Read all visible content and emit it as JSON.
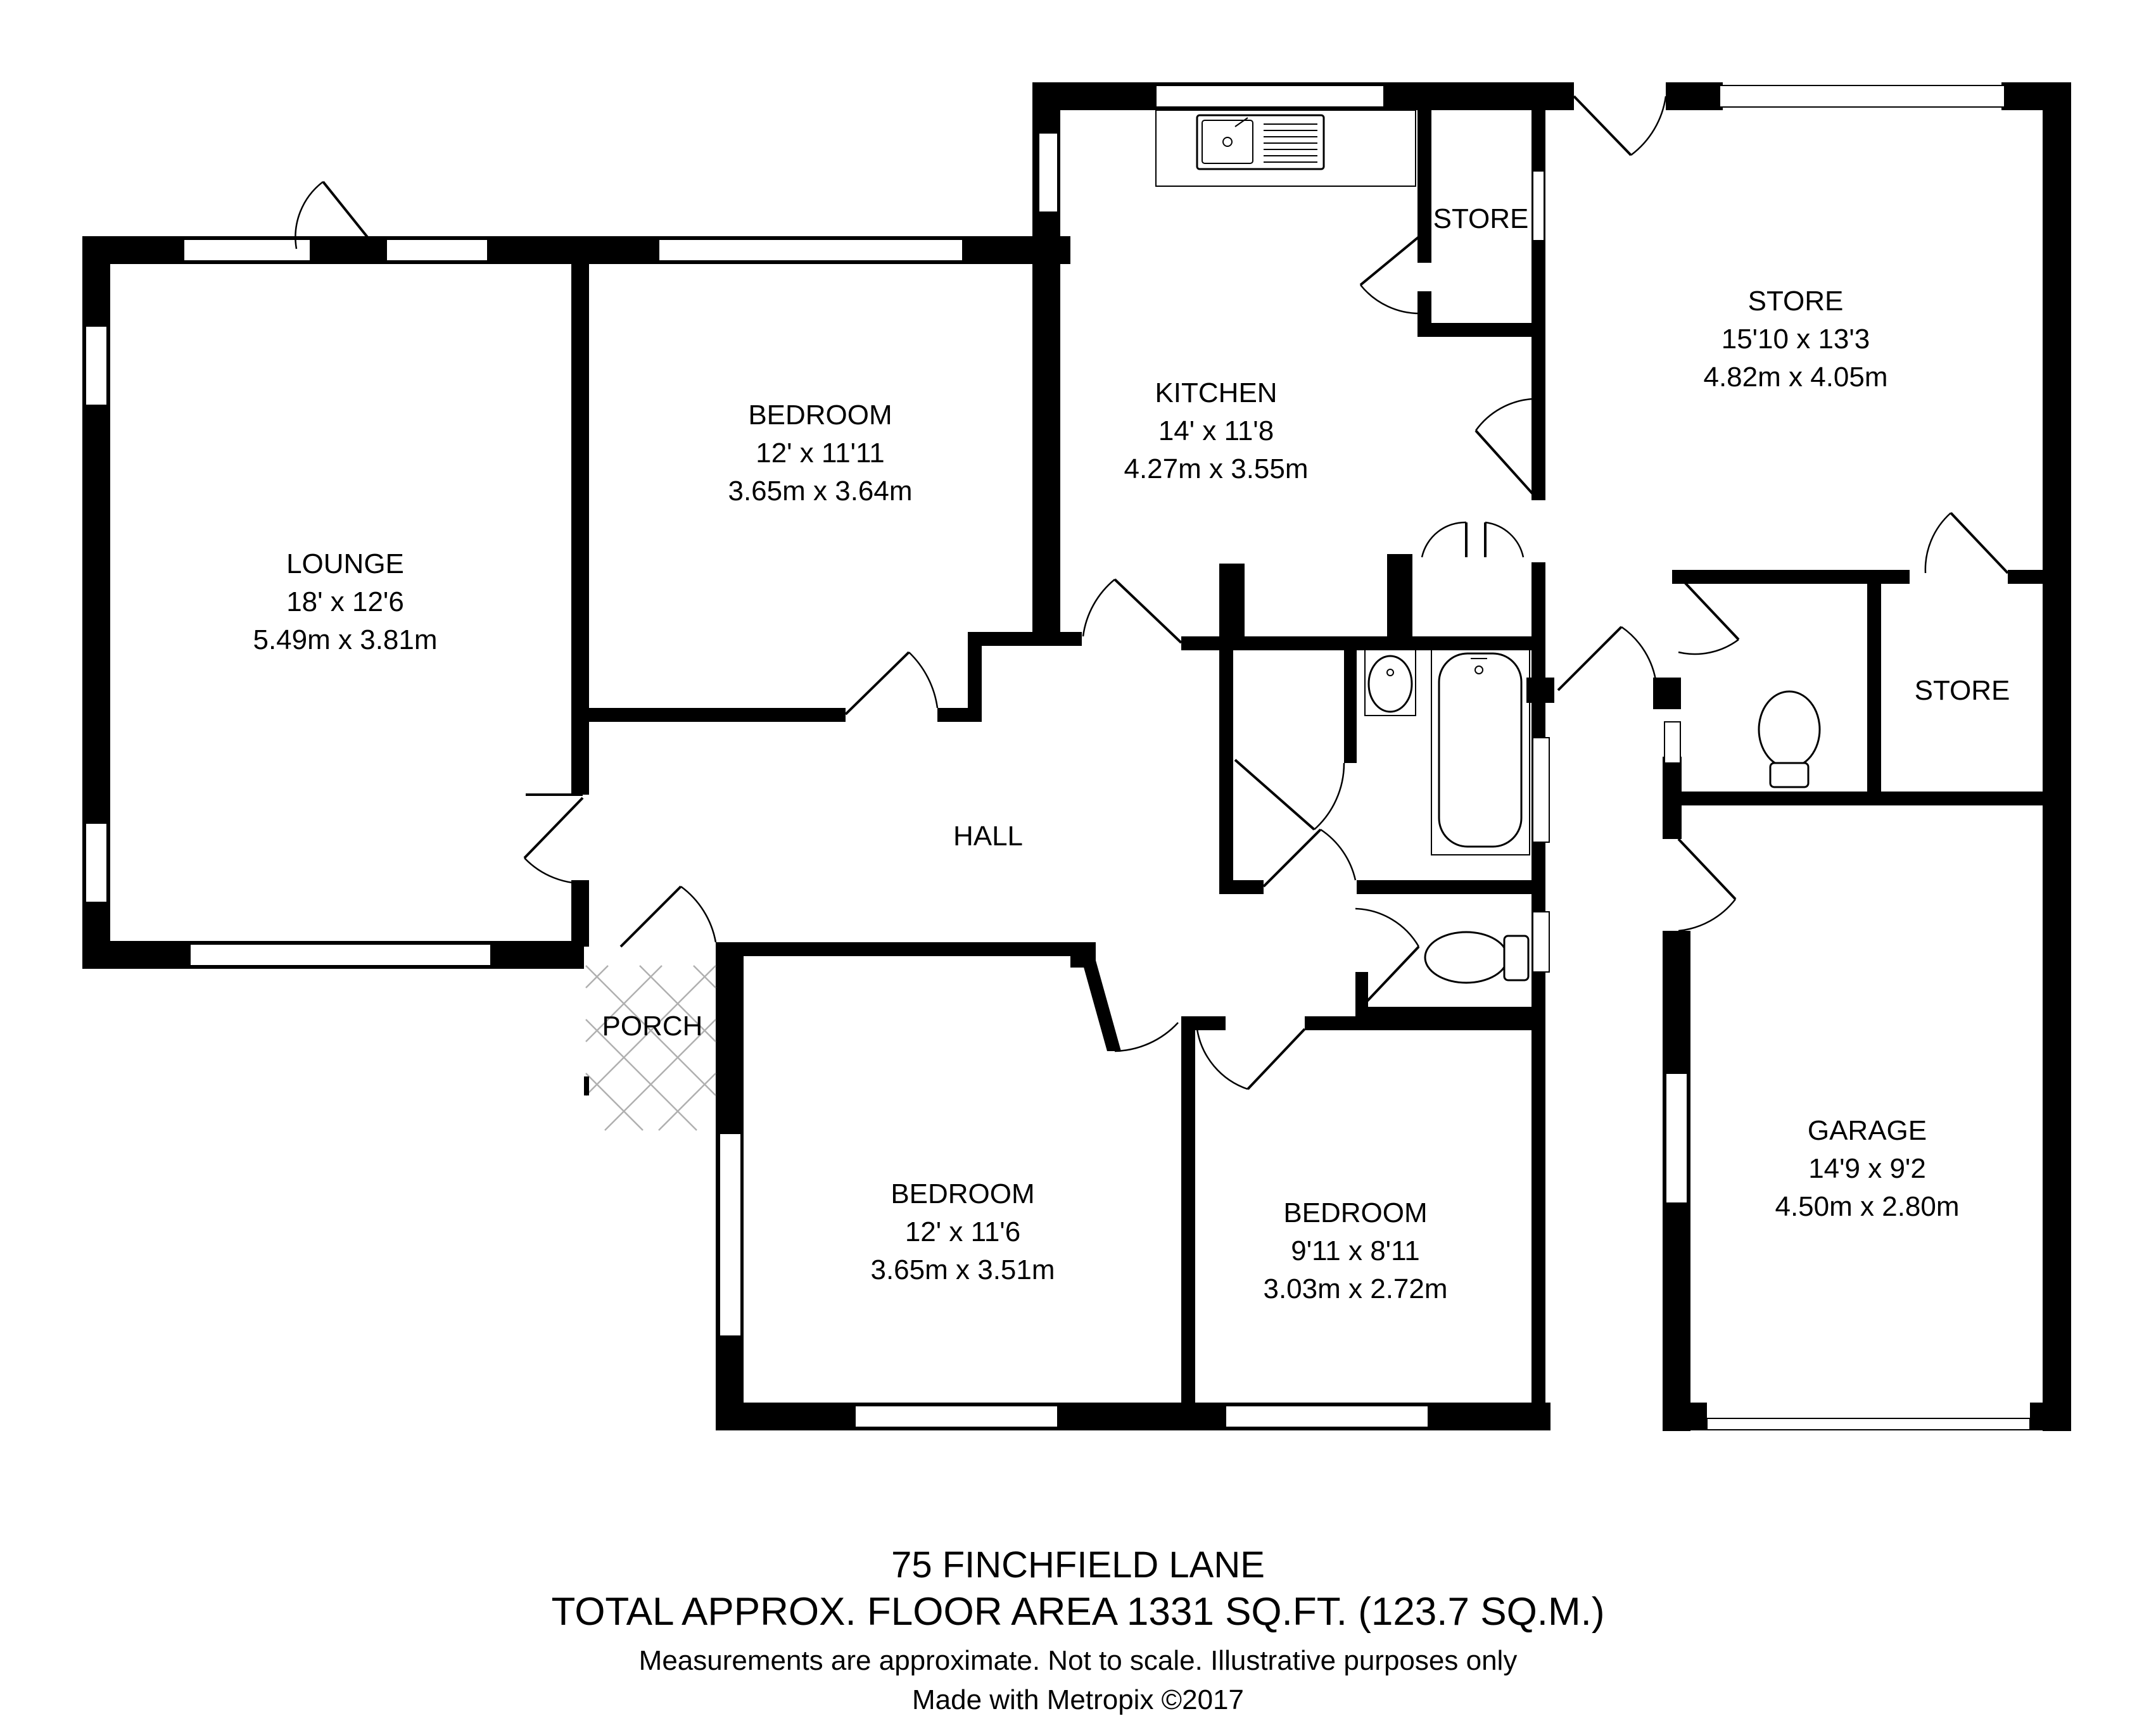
{
  "rooms": {
    "lounge": {
      "name": "LOUNGE",
      "imperial": "18' x 12'6",
      "metric": "5.49m x 3.81m"
    },
    "bedroom_1": {
      "name": "BEDROOM",
      "imperial": "12' x 11'11",
      "metric": "3.65m x 3.64m"
    },
    "kitchen": {
      "name": "KITCHEN",
      "imperial": "14' x 11'8",
      "metric": "4.27m x 3.55m"
    },
    "store_small": {
      "name": "STORE"
    },
    "store_large": {
      "name": "STORE",
      "imperial": "15'10 x 13'3",
      "metric": "4.82m x 4.05m"
    },
    "store_right": {
      "name": "STORE"
    },
    "hall": {
      "name": "HALL"
    },
    "porch": {
      "name": "PORCH"
    },
    "bedroom_2": {
      "name": "BEDROOM",
      "imperial": "12' x 11'6",
      "metric": "3.65m x 3.51m"
    },
    "bedroom_3": {
      "name": "BEDROOM",
      "imperial": "9'11 x 8'11",
      "metric": "3.03m x 2.72m"
    },
    "garage": {
      "name": "GARAGE",
      "imperial": "14'9 x 9'2",
      "metric": "4.50m x 2.80m"
    }
  },
  "footer": {
    "address": "75 FINCHFIELD LANE",
    "area": "TOTAL APPROX. FLOOR AREA 1331 SQ.FT. (123.7 SQ.M.)",
    "disclaimer": "Measurements are approximate.  Not to scale.  Illustrative purposes only",
    "credit": "Made with Metropix ©2017"
  }
}
